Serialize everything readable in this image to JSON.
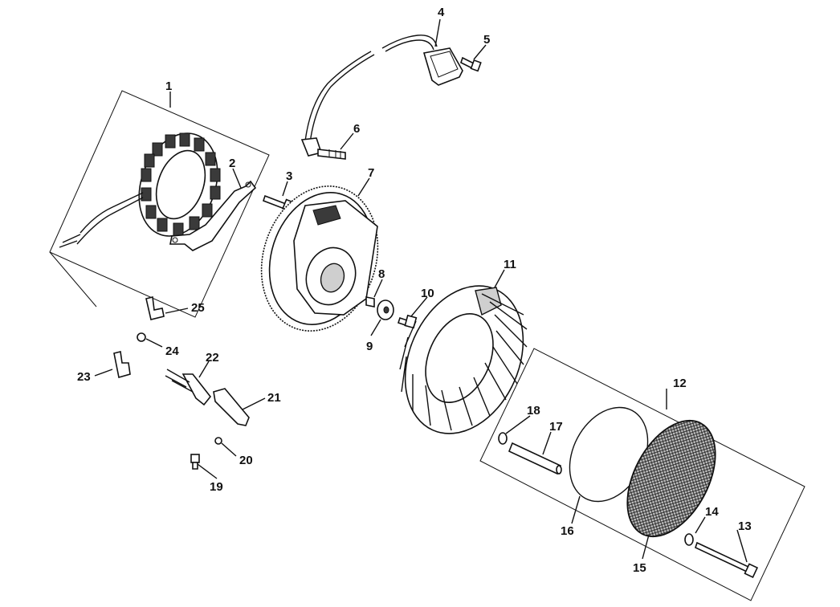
{
  "callouts": {
    "c1": "1",
    "c2": "2",
    "c3": "3",
    "c4": "4",
    "c5": "5",
    "c6": "6",
    "c7": "7",
    "c8": "8",
    "c9": "9",
    "c10": "10",
    "c11": "11",
    "c12": "12",
    "c13": "13",
    "c14": "14",
    "c15": "15",
    "c16": "16",
    "c17": "17",
    "c18": "18",
    "c19": "19",
    "c20": "20",
    "c21": "21",
    "c22": "22",
    "c23": "23",
    "c24": "24",
    "c25": "25"
  }
}
